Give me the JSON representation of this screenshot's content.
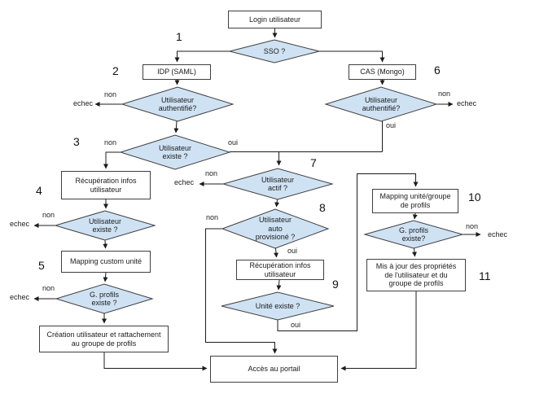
{
  "colors": {
    "background": "#ffffff",
    "diamond_fill": "#cfe2f3",
    "diamond_border": "#3f3f3f",
    "box_border": "#3f3f3f",
    "line": "#1c1c1c"
  },
  "edge_labels": {
    "oui": "oui",
    "non": "non",
    "echec": "echec"
  },
  "steps": [
    "1",
    "2",
    "3",
    "4",
    "5",
    "6",
    "7",
    "8",
    "9",
    "10",
    "11"
  ],
  "nodes": {
    "login": "Login utilisateur",
    "sso": "SSO ?",
    "idp": "IDP (SAML)",
    "cas": "CAS (Mongo)",
    "auth_left": "Utilisateur\nauthentifié?",
    "auth_right": "Utilisateur\nauthentifié?",
    "existe_3": "Utilisateur\nexiste ?",
    "recup_infos_left": "Récupération infos\nutilisateur",
    "existe_4": "Utilisateur\nexiste ?",
    "mapping_custom": "Mapping custom unité",
    "g_profils_5": "G. profils\nexiste ?",
    "creation": "Création utilisateur et rattachement\nau groupe de profils",
    "actif": "Utilisateur\nactif ?",
    "auto_prov": "Utilisateur\nauto\nprovisioné ?",
    "recup_infos_mid": "Récupération infos\nutilisateur",
    "unite": "Unité existe ?",
    "mapping_unite": "Mapping unité/groupe\nde profils",
    "g_profils_10": "G. profils\nexiste?",
    "maj": "Mis à jour des propriétés\nde l'utilisateur et du\ngroupe de profils",
    "acces": "Accès au portail"
  }
}
